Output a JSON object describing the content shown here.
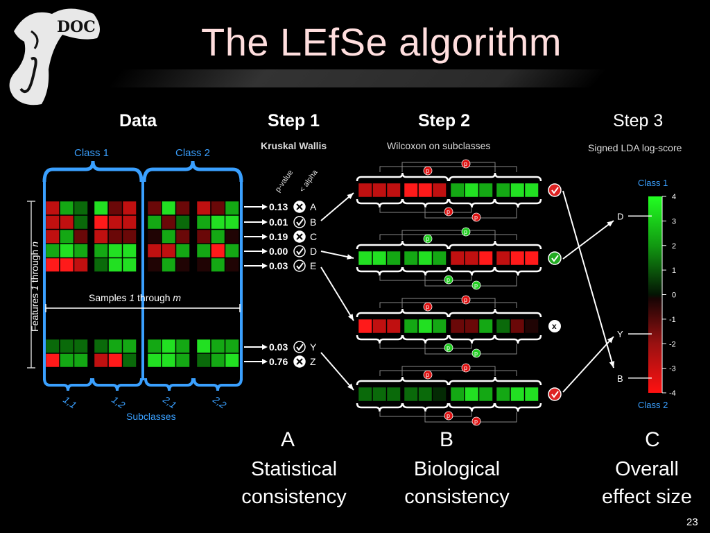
{
  "title": "The LEfSe algorithm",
  "page_number": "23",
  "logo_text": "DOC",
  "colors": {
    "accent_blue": "#3aa0ff",
    "title": "#ffdede",
    "check_green": "#22aa22",
    "check_red": "#dd2222"
  },
  "data_panel": {
    "heading": "Data",
    "class1": "Class 1",
    "class2": "Class 2",
    "features_label": "Features 1 through n",
    "samples_label": "Samples 1 through m",
    "subclasses_label": "Subclasses",
    "subclass_labels": [
      "1,1",
      "1,2",
      "2,1",
      "2,2"
    ]
  },
  "step1": {
    "heading": "Step 1",
    "method": "Kruskal Wallis",
    "pvalue_header": "p-value",
    "alpha_header": "< alpha",
    "features": [
      {
        "pvalue": "0.13",
        "pass": false,
        "name": "A"
      },
      {
        "pvalue": "0.01",
        "pass": true,
        "name": "B"
      },
      {
        "pvalue": "0.19",
        "pass": false,
        "name": "C"
      },
      {
        "pvalue": "0.00",
        "pass": true,
        "name": "D"
      },
      {
        "pvalue": "0.03",
        "pass": true,
        "name": "E"
      },
      {
        "pvalue": "0.03",
        "pass": true,
        "name": "Y"
      },
      {
        "pvalue": "0.76",
        "pass": false,
        "name": "Z"
      }
    ]
  },
  "step2": {
    "heading": "Step 2",
    "method": "Wilcoxon on subclasses",
    "p_symbol": "p",
    "rows": [
      {
        "result": "pass",
        "p_color": "red"
      },
      {
        "result": "pass",
        "p_color": "green"
      },
      {
        "result": "fail",
        "p_color": "mixed"
      },
      {
        "result": "pass",
        "p_color": "red"
      }
    ]
  },
  "step3": {
    "heading": "Step 3",
    "method": "Signed LDA log-score",
    "class_top": "Class 1",
    "class_bottom": "Class 2",
    "scale_ticks": [
      "4",
      "3",
      "2",
      "1",
      "0",
      "-1",
      "-2",
      "-3",
      "-4"
    ],
    "markers": [
      {
        "name": "D",
        "value": 3.2
      },
      {
        "name": "Y",
        "value": -1.6
      },
      {
        "name": "B",
        "value": -3.4
      }
    ]
  },
  "captions": [
    {
      "letter": "A",
      "line1": "Statistical",
      "line2": "consistency"
    },
    {
      "letter": "B",
      "line1": "Biological",
      "line2": "consistency"
    },
    {
      "letter": "C",
      "line1": "Overall",
      "line2": "effect size"
    }
  ]
}
